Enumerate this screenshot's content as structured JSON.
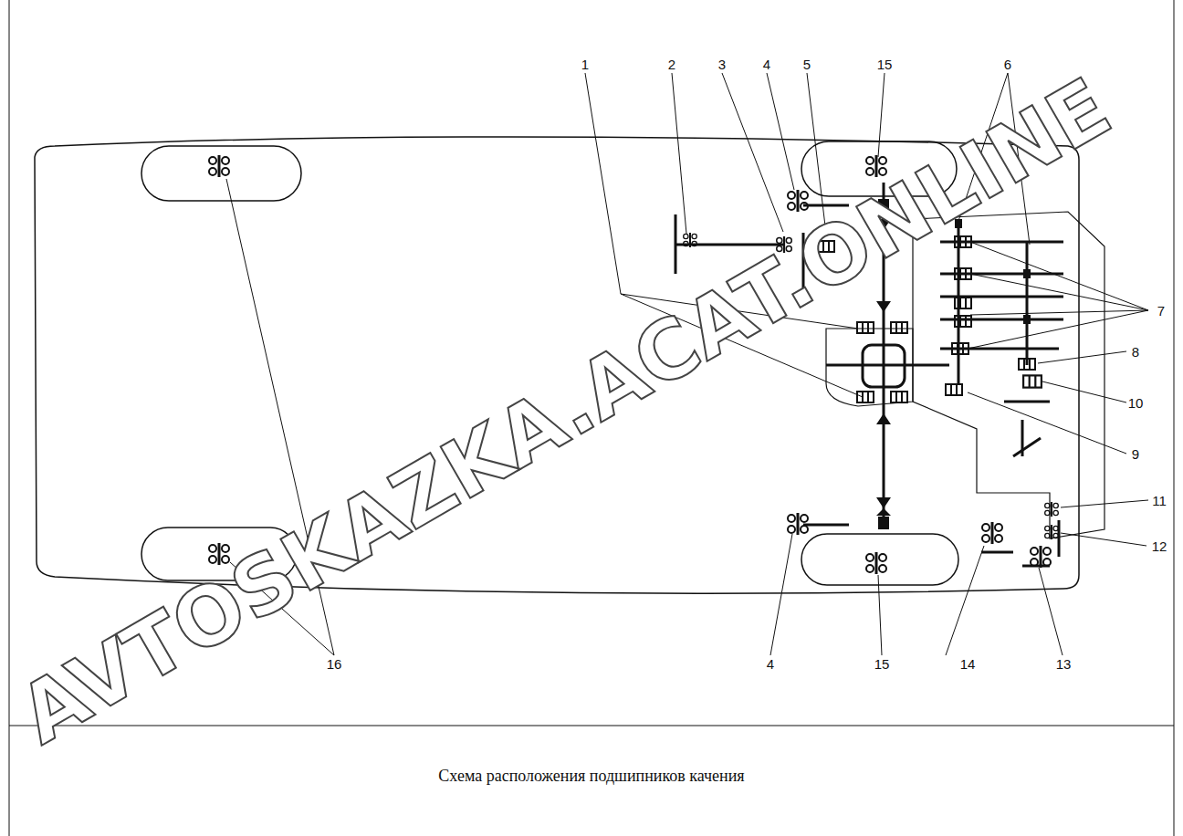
{
  "diagram": {
    "caption": "Схема расположения подшипников качения",
    "labels": [
      "1",
      "2",
      "3",
      "4",
      "5",
      "15",
      "6",
      "7",
      "8",
      "10",
      "9",
      "11",
      "12",
      "4",
      "15",
      "14",
      "13",
      "16",
      "AVTOSKAZKA.ACAT.ONLINE"
    ]
  }
}
